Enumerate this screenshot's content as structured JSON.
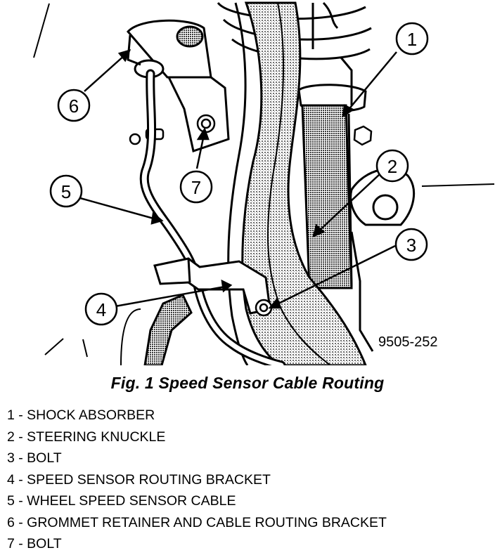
{
  "figure": {
    "id_label": "9505-252",
    "caption": "Fig. 1 Speed Sensor Cable Routing"
  },
  "callouts": [
    "1",
    "2",
    "3",
    "4",
    "5",
    "6",
    "7"
  ],
  "legend": [
    "1 - SHOCK ABSORBER",
    "2 - STEERING KNUCKLE",
    "3 - BOLT",
    "4 - SPEED SENSOR ROUTING BRACKET",
    "5 - WHEEL SPEED SENSOR CABLE",
    "6 - GROMMET RETAINER AND CABLE ROUTING BRACKET",
    "7 - BOLT"
  ],
  "colors": {
    "line": "#000000",
    "background": "#ffffff",
    "shading": "#8a8a8a"
  }
}
